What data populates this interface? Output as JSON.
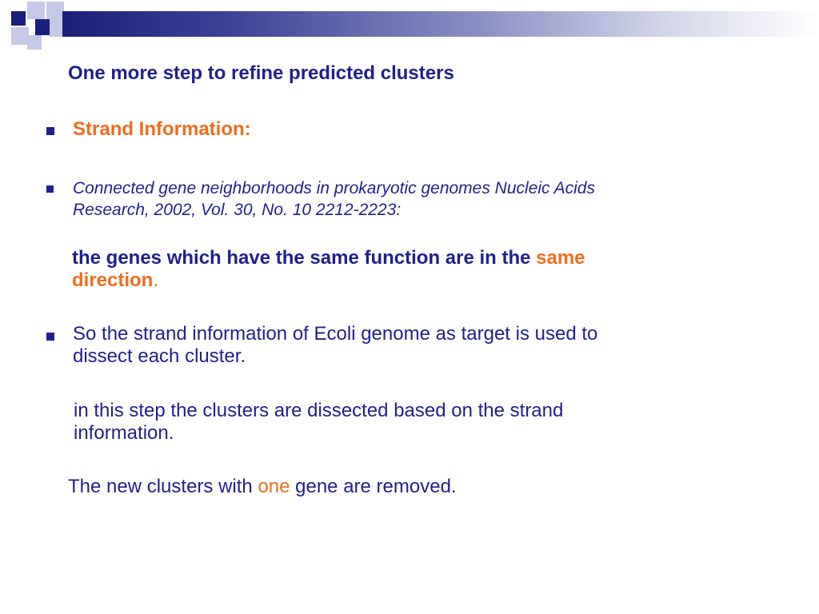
{
  "title": "One more step to refine  predicted clusters",
  "strand_heading": "Strand Information:",
  "reference": {
    "line1": "Connected gene neighborhoods in prokaryotic genomes Nucleic Acids",
    "line2": "Research, 2002, Vol. 30, No. 10 2212-2223:"
  },
  "genes_statement": {
    "part1": "the genes which have the same function are in the ",
    "highlight1": "same",
    "highlight2": "direction",
    "end": "."
  },
  "strand_use": {
    "line1": "So the strand information of Ecoli genome as target is used to",
    "line2": "dissect each cluster."
  },
  "dissect_note": {
    "line1": "in this step the clusters are dissected based on the strand",
    "line2": "information."
  },
  "removal_note": {
    "part1": "The new clusters with ",
    "highlight": "one",
    "part2": " gene are removed."
  },
  "colors": {
    "text_blue": "#1f1f8e",
    "accent_orange": "#f26b1d",
    "header_navy": "#1a1f7a",
    "header_light": "#c5c8e6"
  },
  "icons": [
    "square-bullet-icon"
  ]
}
